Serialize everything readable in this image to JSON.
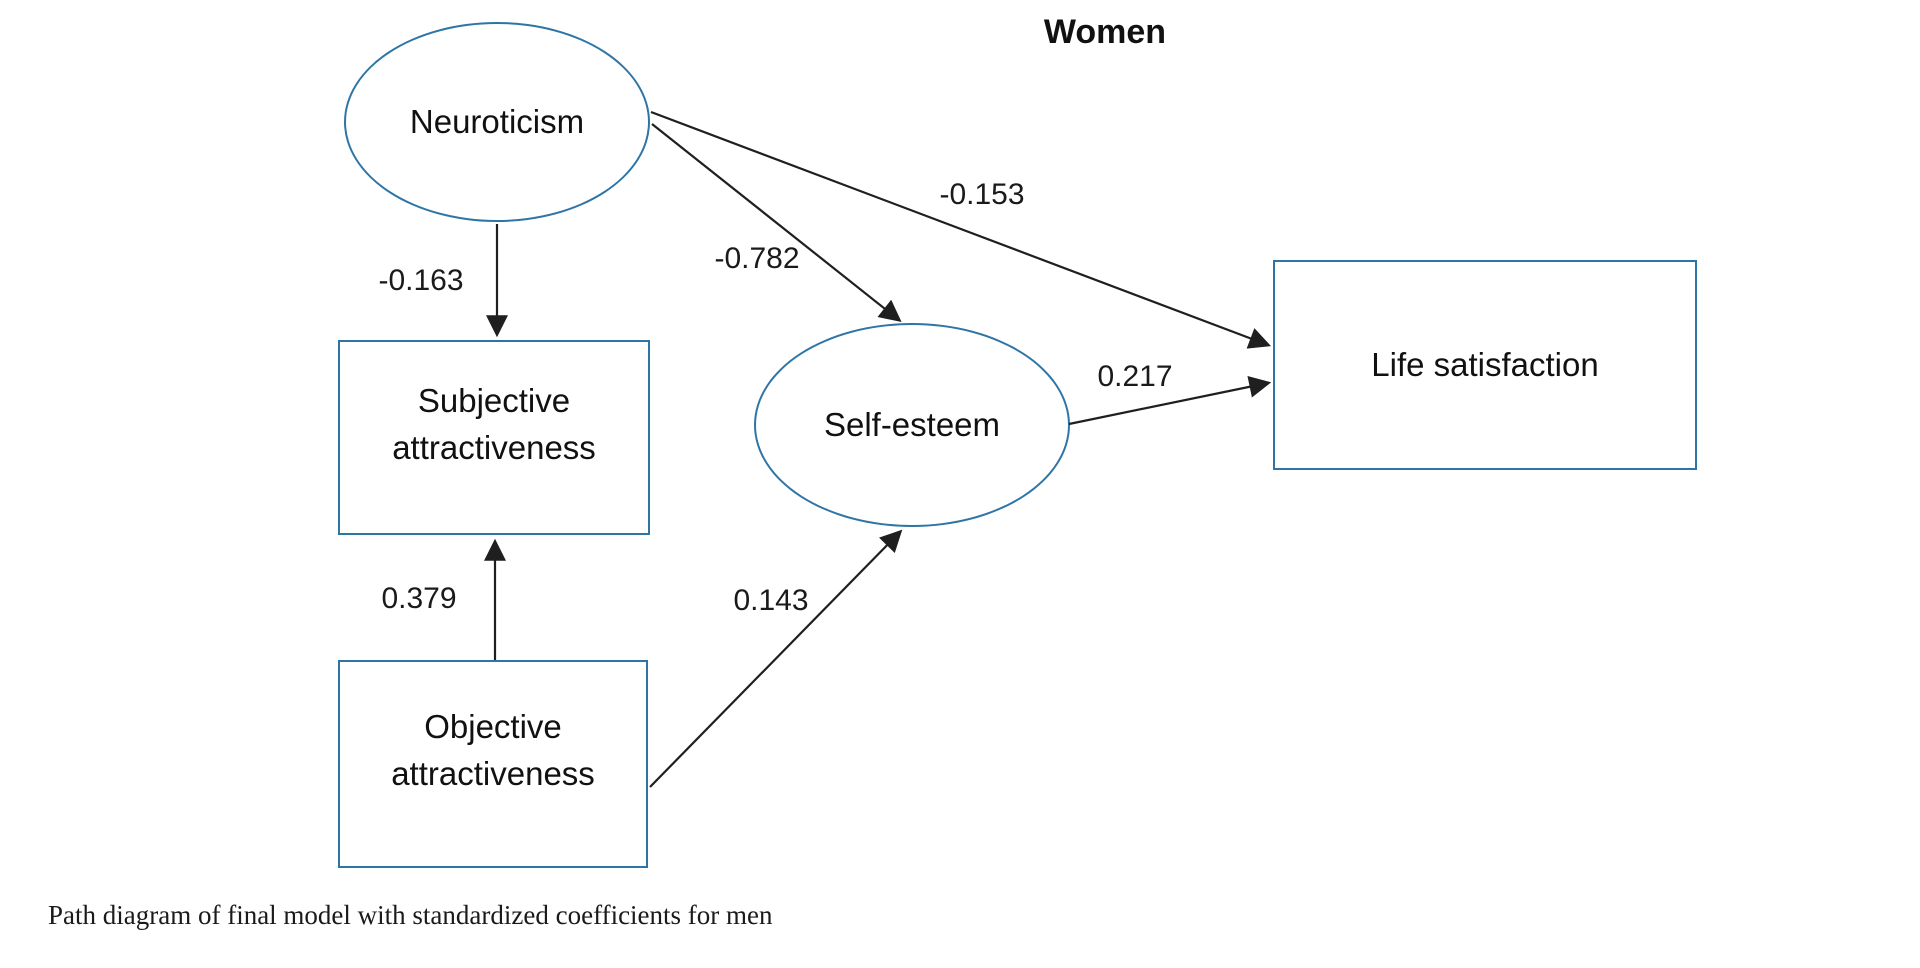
{
  "title": "Women",
  "caption": "Path diagram of final model with standardized coefficients for men",
  "colors": {
    "node_border": "#2e75a6",
    "arrow": "#1f1f1f",
    "text": "#111111",
    "background": "#ffffff"
  },
  "nodes": {
    "neuroticism": {
      "label": "Neuroticism",
      "shape": "ellipse"
    },
    "subjective_attractiveness": {
      "label": "Subjective attractiveness",
      "shape": "rectangle"
    },
    "objective_attractiveness": {
      "label": "Objective attractiveness",
      "shape": "rectangle"
    },
    "self_esteem": {
      "label": "Self-esteem",
      "shape": "ellipse"
    },
    "life_satisfaction": {
      "label": "Life satisfaction",
      "shape": "rectangle"
    }
  },
  "paths": [
    {
      "from": "Neuroticism",
      "to": "Subjective attractiveness",
      "coefficient": "-0.163"
    },
    {
      "from": "Neuroticism",
      "to": "Self-esteem",
      "coefficient": "-0.782"
    },
    {
      "from": "Neuroticism",
      "to": "Life satisfaction",
      "coefficient": "-0.153"
    },
    {
      "from": "Self-esteem",
      "to": "Life satisfaction",
      "coefficient": "0.217"
    },
    {
      "from": "Objective attractiveness",
      "to": "Subjective attractiveness",
      "coefficient": "0.379"
    },
    {
      "from": "Objective attractiveness",
      "to": "Self-esteem",
      "coefficient": "0.143"
    }
  ]
}
